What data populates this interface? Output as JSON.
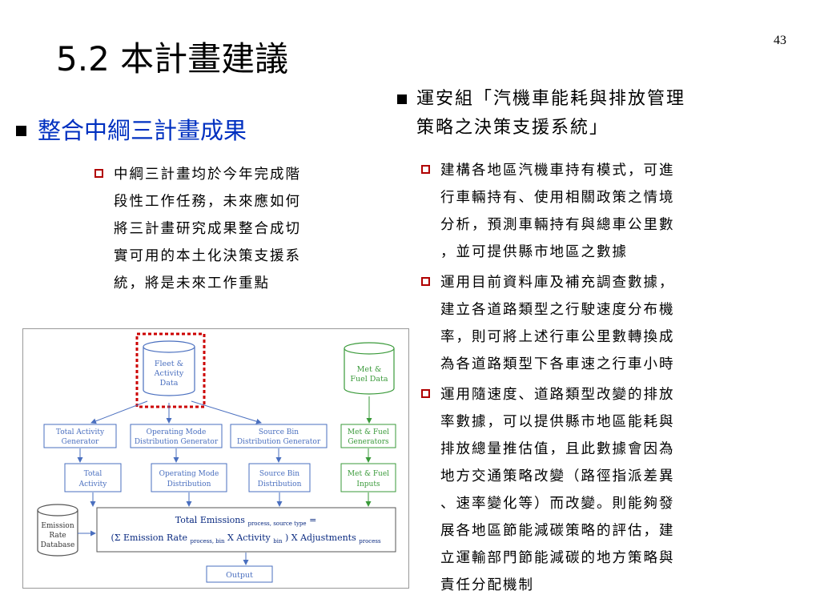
{
  "slide": {
    "title": "5.2 本計畫建議",
    "page_number": "43"
  },
  "left": {
    "heading": "整合中綱三計畫成果",
    "bullet_lines": [
      "中綱三計畫均於今年完成階",
      "段性工作任務，未來應如何",
      "將三計畫研究成果整合成切",
      "實可用的本土化決策支援系",
      "統，將是未來工作重點"
    ]
  },
  "right": {
    "heading_lines": [
      "運安組「汽機車能耗與排放管理",
      "策略之決策支援系統」"
    ],
    "items": [
      {
        "lines": [
          "建構各地區汽機車持有模式，可進",
          "行車輛持有、使用相關政策之情境",
          "分析，預測車輛持有與總車公里數",
          "，並可提供縣市地區之數據"
        ]
      },
      {
        "lines": [
          "運用目前資料庫及補充調查數據，",
          "建立各道路類型之行駛速度分布機",
          "率，則可將上述行車公里數轉換成",
          "為各道路類型下各車速之行車小時"
        ]
      },
      {
        "lines": [
          "運用隨速度、道路類型改變的排放",
          "率數據，可以提供縣市地區能耗與",
          "排放總量推估值，且此數據會因為",
          "地方交通策略改變（路徑指派差異",
          "、速率變化等）而改變。則能夠發",
          "展各地區節能減碳策略的評估，建",
          "立運輸部門節能減碳的地方策略與",
          "責任分配機制"
        ]
      }
    ]
  },
  "diagram": {
    "fleet_db": [
      "Fleet &",
      "Activity",
      "Data"
    ],
    "metfuel_db": [
      "Met &",
      "Fuel Data"
    ],
    "emission_db": [
      "Emission",
      "Rate",
      "Database"
    ],
    "gen_total": [
      "Total Activity",
      "Generator"
    ],
    "gen_opmode": [
      "Operating Mode",
      "Distribution Generator"
    ],
    "gen_srcbin": [
      "Source Bin",
      "Distribution Generator"
    ],
    "gen_metfuel": [
      "Met & Fuel",
      "Generators"
    ],
    "out_total": [
      "Total",
      "Activity"
    ],
    "out_opmode": [
      "Operating Mode",
      "Distribution"
    ],
    "out_srcbin": [
      "Source Bin",
      "Distribution"
    ],
    "out_metfuel": [
      "Met & Fuel",
      "Inputs"
    ],
    "formula": {
      "l1_main": "Total Emissions",
      "l1_sub": "process, source type",
      "l1_end": "=",
      "l2_a": "(Σ Emission Rate",
      "l2_b": "process, bin",
      "l2_c": "X Activity",
      "l2_d": "bin",
      "l2_e": ") X Adjustments",
      "l2_f": "process"
    },
    "output_label": "Output",
    "colors": {
      "blue": "#4a6fbf",
      "green": "#3a9a3a",
      "highlight": "#cc0000",
      "gray": "#555555"
    }
  }
}
